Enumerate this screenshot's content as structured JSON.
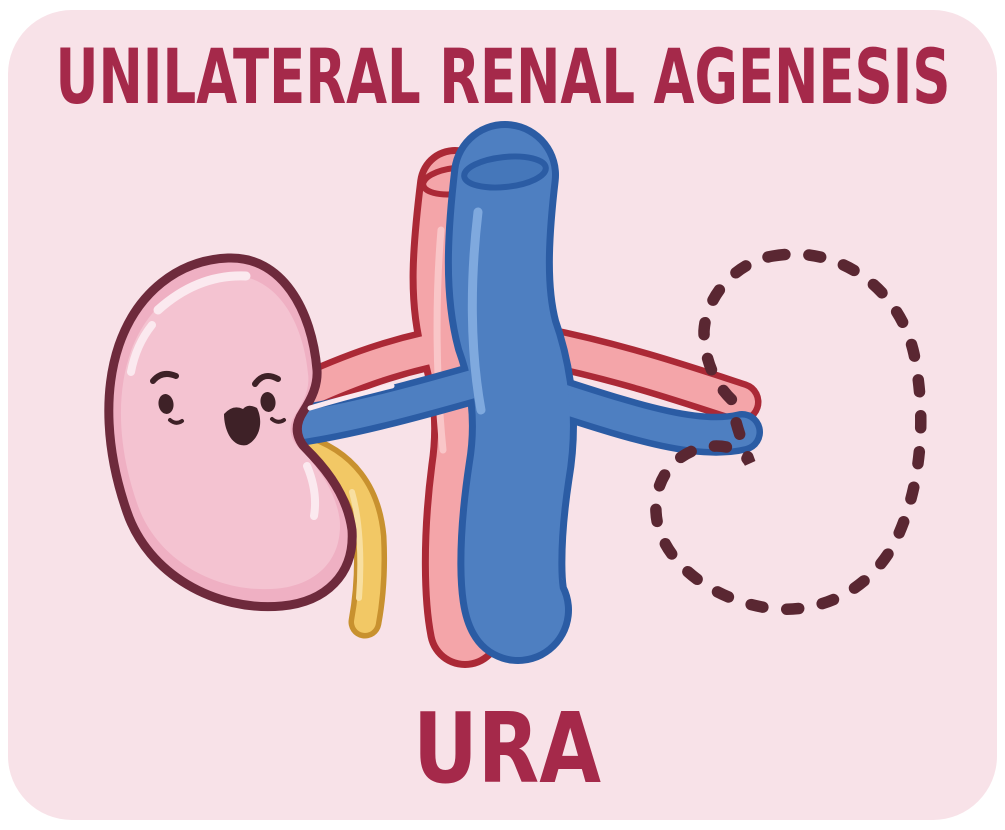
{
  "title": {
    "text": "UNILATERAL RENAL AGENESIS"
  },
  "abbreviation": {
    "text": "URA"
  },
  "illustration": {
    "parts": [
      "kidney-character",
      "renal-artery",
      "renal-vein",
      "ureter",
      "aorta",
      "inferior-vena-cava",
      "absent-kidney-dashed-outline"
    ]
  },
  "colors": {
    "page-bg": "#ffffff",
    "card-bg": "#f8e2e8",
    "title": "#a5294a",
    "outline-dark": "#6e2a3c",
    "face": "#3e2127",
    "kidney-fill": "#efb0c3",
    "kidney-inner": "#f4c3d1",
    "highlight": "#fbe9ef",
    "artery-fill": "#f4a5a9",
    "artery-outline": "#ab2936",
    "artery-highlight": "#f9c6c8",
    "vein-fill": "#4e7fc1",
    "vein-dark": "#4577ba",
    "vein-outline": "#2b5ca4",
    "vein-highlight": "#7fa9de",
    "ureter-fill": "#f2c865",
    "ureter-outline": "#c8912f",
    "ureter-highlight": "#f8dfa0",
    "dashed-outline": "#5a2732"
  }
}
